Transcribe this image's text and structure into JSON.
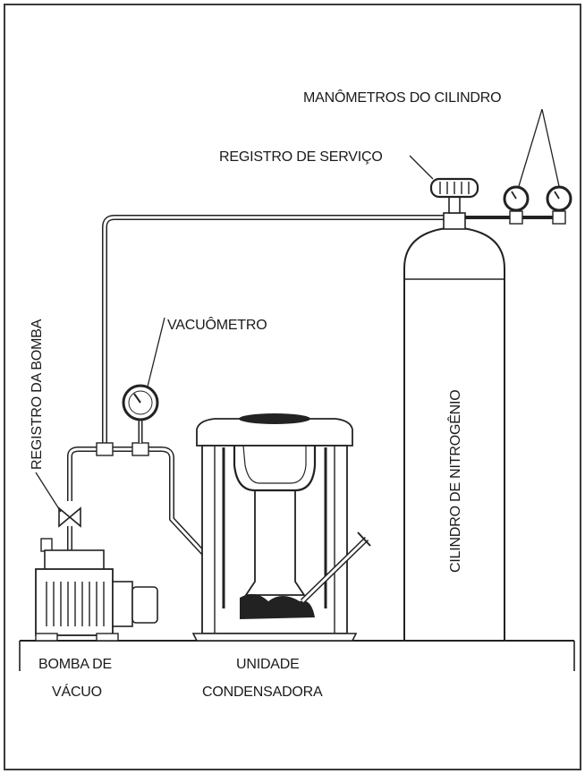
{
  "labels": {
    "manometros": "MANÔMETROS DO CILINDRO",
    "registro_servico": "REGISTRO DE SERVIÇO",
    "vacuometro": "VACUÔMETRO",
    "registro_bomba": "REGISTRO DA BOMBA",
    "cilindro": "CILINDRO DE NITROGÊNIO",
    "bomba_line1": "BOMBA DE",
    "bomba_line2": "VÁCUO",
    "unidade_line1": "UNIDADE",
    "unidade_line2": "CONDENSADORA"
  },
  "colors": {
    "line": "#222222",
    "frame": "#3a3a3a",
    "background": "#ffffff"
  }
}
